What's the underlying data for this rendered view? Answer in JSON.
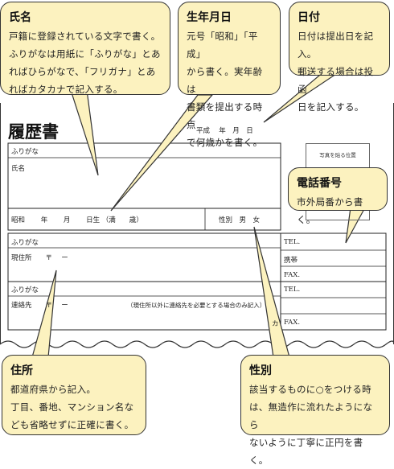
{
  "callouts": {
    "name": {
      "title": "氏名",
      "body": "戸籍に登録されている文字で書く。\nふりがなは用紙に「ふりがな」とあ\nればひらがなで、「フリガナ」とあ\nればカタカナで記入する。"
    },
    "birth": {
      "title": "生年月日",
      "body": "元号「昭和」「平成」\nから書く。実年齢は\n書類を提出する時点\nで何歳かを書く。"
    },
    "date": {
      "title": "日付",
      "body": "日付は提出日を記入。\n郵送する場合は投函\n日を記入する。"
    },
    "phone": {
      "title": "電話番号",
      "body": "市外局番から書く。"
    },
    "address": {
      "title": "住所",
      "body": "都道府県から記入。\n丁目、番地、マンション名な\nども省略せずに正確に書く。"
    },
    "gender": {
      "title": "性別",
      "body": "該当するものに○をつける時\nは、無造作に流れたようになら\nないように丁寧に正円を書く。"
    }
  },
  "form": {
    "title": "履歴書",
    "date_line": "平成　 年　月　日",
    "photo_label": "写真を貼る位置",
    "furigana": "ふりがな",
    "name_label": "氏名",
    "birth_line": "昭和　　 年　　 月　　 日生 （満　　歳）",
    "gender_line": "性別　男　女",
    "furigana2": "ふりがな",
    "address_label": "現住所　　〒　 ー",
    "furigana3": "ふりがな",
    "contact_label": "連絡先　　〒　 ー",
    "contact_note": "（現住所以外に連絡先を必要とする場合のみ記入）",
    "contact_kana": "カ",
    "tel1": "TEL.",
    "mobile": "携帯",
    "fax1": "FAX.",
    "tel2": "TEL.",
    "fax2": "FAX."
  }
}
